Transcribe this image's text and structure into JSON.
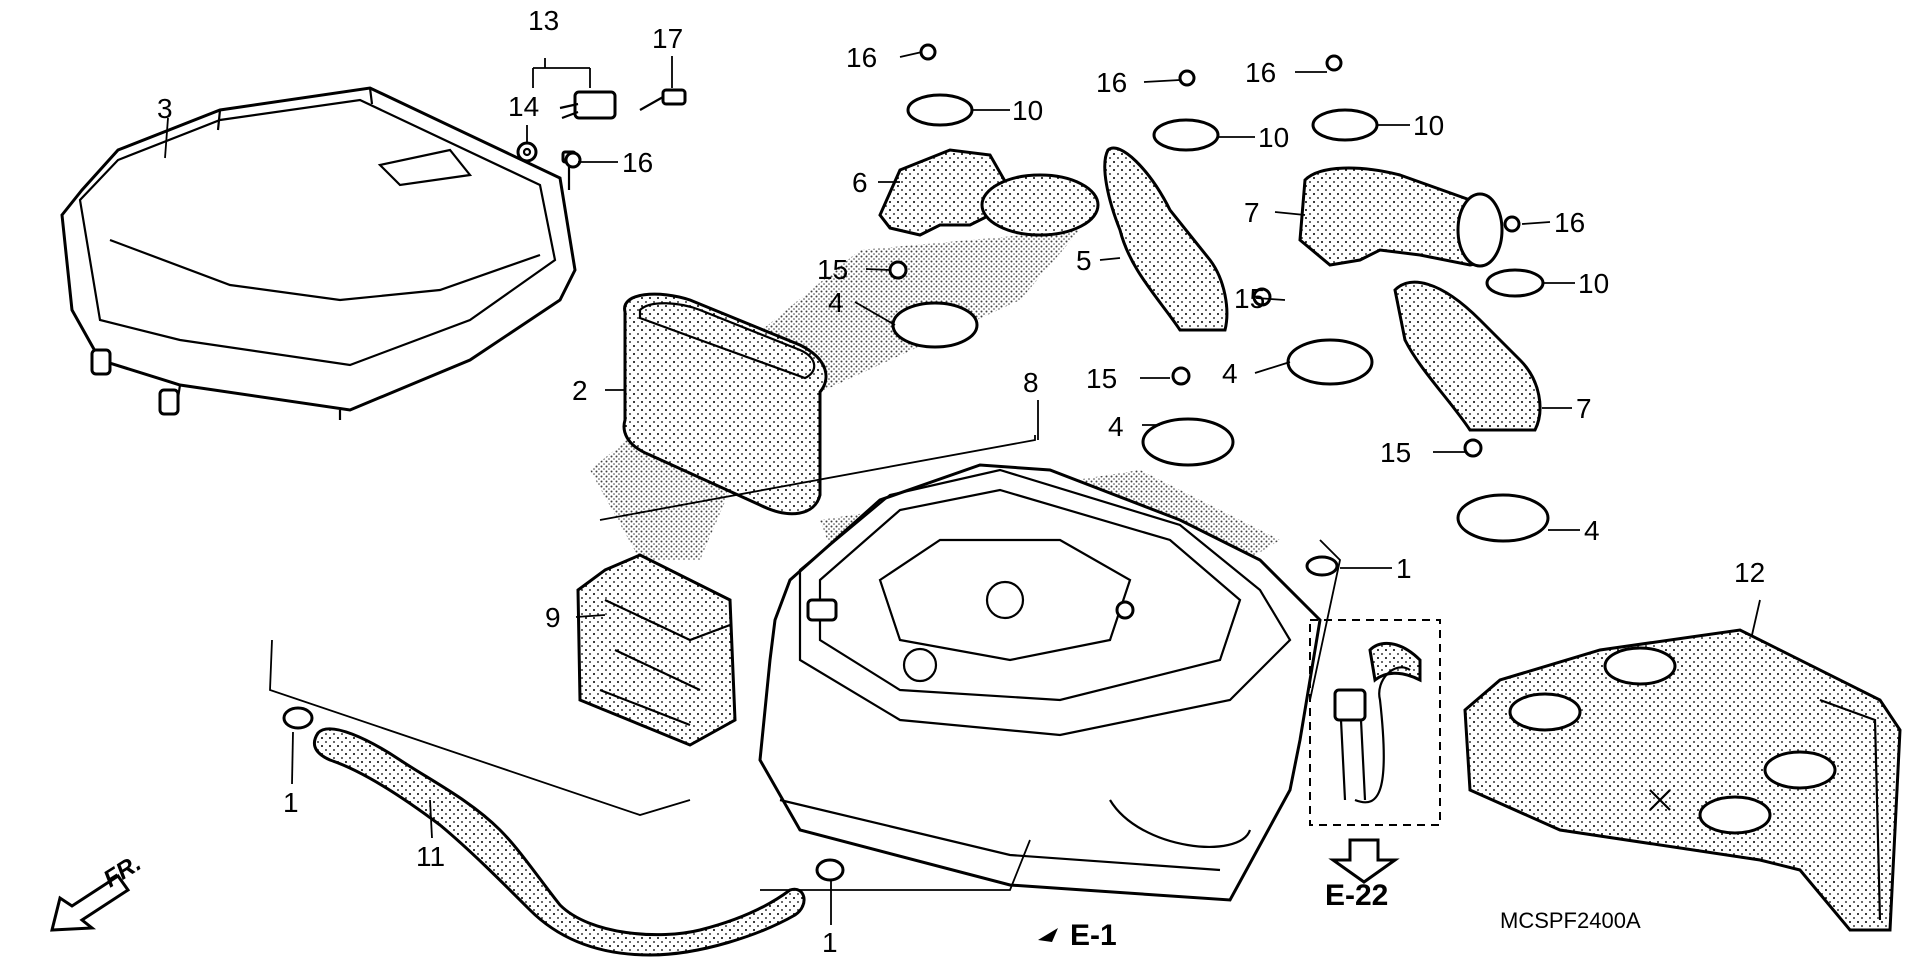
{
  "diagram": {
    "callouts": {
      "c1a": "1",
      "c1b": "1",
      "c1c": "1",
      "c2": "2",
      "c3": "3",
      "c4a": "4",
      "c4b": "4",
      "c4c": "4",
      "c4d": "4",
      "c5": "5",
      "c6": "6",
      "c7a": "7",
      "c7b": "7",
      "c8": "8",
      "c9": "9",
      "c10a": "10",
      "c10b": "10",
      "c10c": "10",
      "c10d": "10",
      "c11": "11",
      "c12": "12",
      "c13": "13",
      "c14": "14",
      "c15a": "15",
      "c15b": "15",
      "c15c": "15",
      "c15d": "15",
      "c16a": "16",
      "c16b": "16",
      "c16c": "16",
      "c16d": "16",
      "c16e": "16",
      "c17": "17"
    },
    "refs": {
      "e22": "E-22",
      "e1": "E-1"
    },
    "direction_label": "FR.",
    "diagram_code": "MCSPF2400A"
  }
}
